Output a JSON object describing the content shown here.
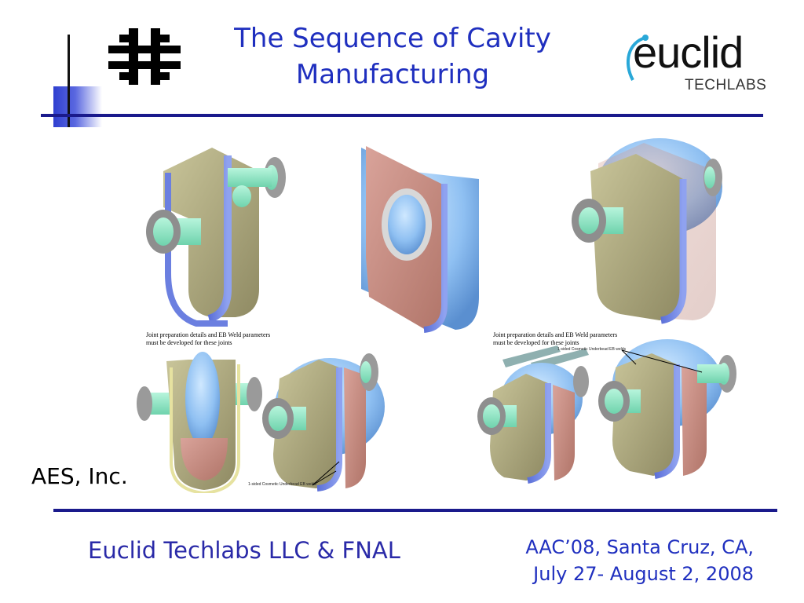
{
  "slide": {
    "title_line1": "The Sequence of Cavity",
    "title_line2": "Manufacturing",
    "logo": {
      "name": "euclid",
      "sub": "TECHLABS"
    },
    "fnal_logo": "fermilab-logo-icon",
    "colors": {
      "title": "#1f2fbf",
      "rule": "#1a1a8c",
      "accent_square": "#2f3fd0",
      "footer": "#2a2aa8"
    }
  },
  "figure": {
    "note_left_line1": "Joint preparation details and EB Weld parameters",
    "note_left_line2": "must be developed for these joints",
    "note_right_line1": "Joint preparation details and EB Weld parameters",
    "note_right_line2": "must be developed for these joints",
    "weld_label_left": "1-sided Cosmetic Underbead EB welds",
    "weld_label_right": "1-sided Cosmetic Underbead EB welds",
    "credit": "AES, Inc."
  },
  "footer": {
    "left": "Euclid Techlabs LLC & FNAL",
    "right_line1": "AAC’08, Santa Cruz, CA,",
    "right_line2": "July 27- August 2, 2008"
  }
}
